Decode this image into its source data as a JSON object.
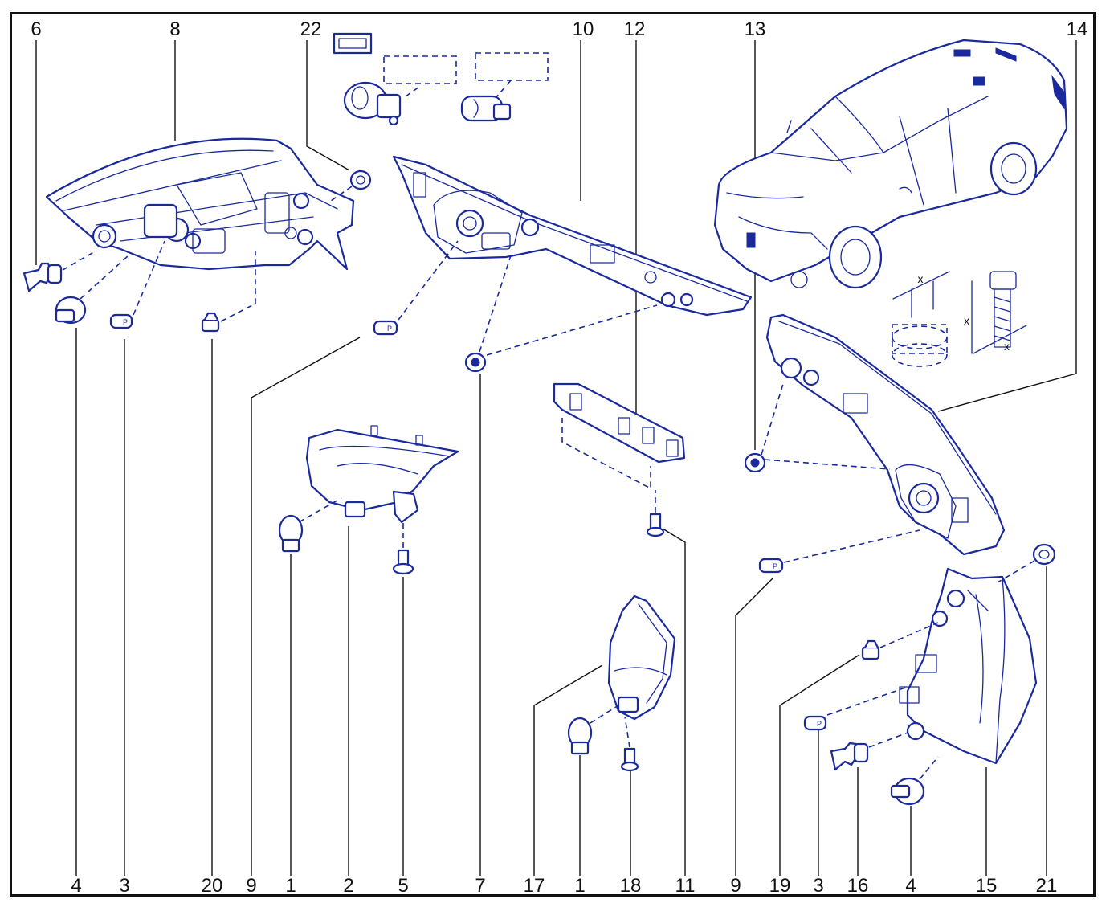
{
  "diagram": {
    "callouts_top": [
      {
        "id": "c6",
        "label": "6"
      },
      {
        "id": "c8",
        "label": "8"
      },
      {
        "id": "c22",
        "label": "22"
      },
      {
        "id": "c10",
        "label": "10"
      },
      {
        "id": "c12",
        "label": "12"
      },
      {
        "id": "c13",
        "label": "13"
      },
      {
        "id": "c14",
        "label": "14"
      }
    ],
    "callouts_bottom": [
      {
        "id": "b1",
        "label": "4"
      },
      {
        "id": "b2",
        "label": "3"
      },
      {
        "id": "b3",
        "label": "20"
      },
      {
        "id": "b4",
        "label": "9"
      },
      {
        "id": "b5",
        "label": "1"
      },
      {
        "id": "b6",
        "label": "2"
      },
      {
        "id": "b7",
        "label": "5"
      },
      {
        "id": "b8",
        "label": "7"
      },
      {
        "id": "b9",
        "label": "17"
      },
      {
        "id": "b10",
        "label": "1"
      },
      {
        "id": "b11",
        "label": "18"
      },
      {
        "id": "b12",
        "label": "11"
      },
      {
        "id": "b13",
        "label": "9"
      },
      {
        "id": "b14",
        "label": "19"
      },
      {
        "id": "b15",
        "label": "3"
      },
      {
        "id": "b16",
        "label": "16"
      },
      {
        "id": "b17",
        "label": "4"
      },
      {
        "id": "b18",
        "label": "15"
      },
      {
        "id": "b19",
        "label": "21"
      }
    ],
    "dimension_labels": {
      "x1": "x",
      "x2": "x",
      "x3": "x"
    },
    "bulb_marks": {
      "p1": "P",
      "p2": "P",
      "p3": "P",
      "p4": "P"
    }
  },
  "colors": {
    "line_art": "#1a2a9c",
    "text": "#111111",
    "frame": "#111111"
  }
}
